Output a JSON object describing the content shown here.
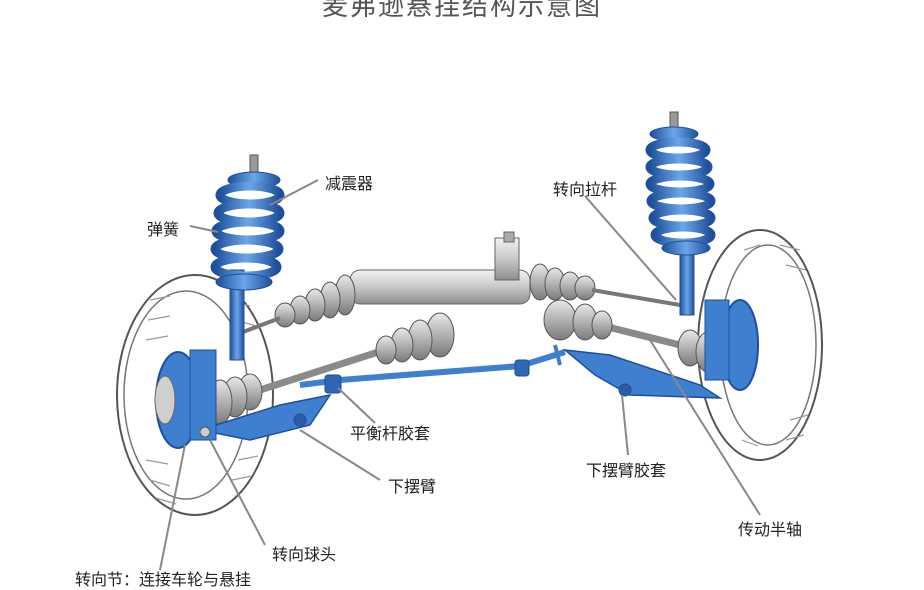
{
  "title": "麦弗逊悬挂结构示意图",
  "labels": {
    "shock": "减震器",
    "spring": "弹簧",
    "tie_rod": "转向拉杆",
    "stabilizer_bushing": "平衡杆胶套",
    "lower_arm": "下摆臂",
    "lower_arm_bushing": "下摆臂胶套",
    "ball_joint": "转向球头",
    "half_shaft": "传动半轴",
    "knuckle": "转向节：连接车轮与悬挂"
  },
  "colors": {
    "blue": "#3f7fd0",
    "blue_dark": "#1f4f9a",
    "metal": "#cfcfcf",
    "tire": "#ffffff",
    "line": "#888888"
  }
}
